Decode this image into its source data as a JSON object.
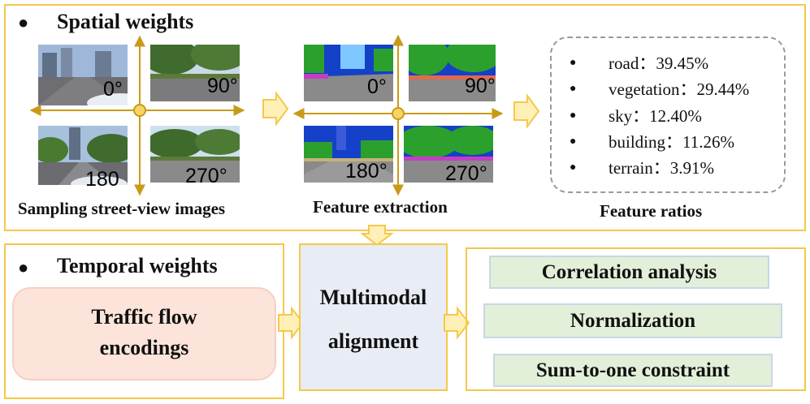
{
  "spatial": {
    "heading": "Spatial weights",
    "bullet": "●",
    "captions": {
      "sampling": "Sampling street-view images",
      "extraction": "Feature extraction",
      "ratios": "Feature ratios"
    },
    "angles": [
      "0°",
      "90°",
      "180",
      "270°"
    ],
    "seg_angles": [
      "0°",
      "90°",
      "180°",
      "270°"
    ],
    "ratios": [
      {
        "bullet": "●",
        "text": "road：39.45%"
      },
      {
        "bullet": "●",
        "text": "vegetation：29.44%"
      },
      {
        "bullet": "●",
        "text": "sky：12.40%"
      },
      {
        "bullet": "●",
        "text": "building：11.26%"
      },
      {
        "bullet": "●",
        "text": "terrain：3.91%"
      }
    ]
  },
  "temporal": {
    "heading": "Temporal weights",
    "bullet": "●",
    "box_line1": "Traffic flow",
    "box_line2": "encodings"
  },
  "alignment": {
    "line1": "Multimodal",
    "line2": "alignment"
  },
  "steps": {
    "correlation": "Correlation analysis",
    "normalization": "Normalization",
    "sum_to_one": "Sum-to-one constraint"
  },
  "colors": {
    "accent": "#f5c84a",
    "axis": "#c99a1a",
    "arrow_fill": "#fff0b8",
    "pink": "#fde4da",
    "blue": "#e8ecf5",
    "green": "#e2efd9",
    "seg_sky": "#1540c8",
    "seg_vegetation": "#2ca02c",
    "seg_road": "#8a8a8a",
    "seg_building": "#3b5bdb",
    "seg_sidewalk": "#e066ff"
  }
}
